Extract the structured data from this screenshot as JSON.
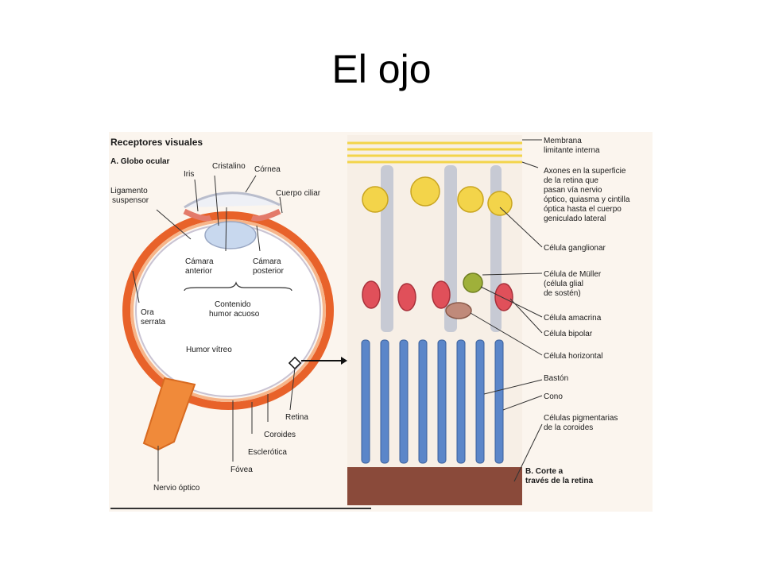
{
  "slide": {
    "title": "El ojo"
  },
  "figure": {
    "heading": "Receptores visuales",
    "panel_a": "A. Globo ocular",
    "panel_b_line1": "B. Corte a",
    "panel_b_line2": "través de la retina",
    "eye_labels": {
      "iris": "Iris",
      "cristalino": "Cristalino",
      "cornea": "Córnea",
      "ligamento_1": "Ligamento",
      "ligamento_2": "suspensor",
      "cuerpo_ciliar": "Cuerpo ciliar",
      "camara_anterior_1": "Cámara",
      "camara_anterior_2": "anterior",
      "camara_posterior_1": "Cámara",
      "camara_posterior_2": "posterior",
      "contenido_1": "Contenido",
      "contenido_2": "humor acuoso",
      "ora_1": "Ora",
      "ora_2": "serrata",
      "humor_vitreo": "Humor vítreo",
      "retina": "Retina",
      "coroides": "Coroides",
      "esclerotica": "Esclerótica",
      "fovea": "Fóvea",
      "nervio_optico": "Nervio óptico"
    },
    "retina_labels": {
      "membrana_1": "Membrana",
      "membrana_2": "limitante interna",
      "axones_1": "Axones en la superficie",
      "axones_2": "de la retina que",
      "axones_3": "pasan vía nervio",
      "axones_4": "óptico, quiasma y cintilla",
      "axones_5": "óptica hasta el cuerpo",
      "axones_6": "geniculado lateral",
      "ganglionar": "Célula ganglionar",
      "muller_1": "Célula de Müller",
      "muller_2": "(célula glial",
      "muller_3": "de sostén)",
      "amacrina": "Célula amacrina",
      "bipolar": "Célula bipolar",
      "horizontal": "Célula horizontal",
      "baston": "Bastón",
      "cono": "Cono",
      "pigment_1": "Células pigmentarias",
      "pigment_2": "de la coroides"
    },
    "colors": {
      "sclera": "#e8622a",
      "nerve": "#f08a3a",
      "ganglion": "#f3d44a",
      "bipolar": "#e0505a",
      "muller": "#b8bcc8",
      "amacrine": "#9fb03a",
      "rods_cones": "#5b86c9",
      "pigment": "#8a4a3a"
    }
  }
}
